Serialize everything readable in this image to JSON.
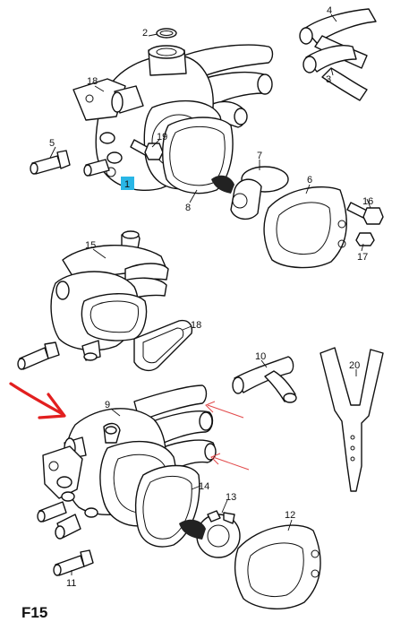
{
  "figure_label": "F15",
  "callouts": {
    "c1": "1",
    "c2": "2",
    "c3": "3",
    "c4": "4",
    "c5": "5",
    "c6": "6",
    "c7": "7",
    "c8": "8",
    "c9": "9",
    "c10": "10",
    "c11": "11",
    "c12": "12",
    "c13": "13",
    "c14": "14",
    "c15": "15",
    "c16": "16",
    "c17": "17",
    "c18": "18",
    "c18b": "18",
    "c19": "19",
    "c20": "20"
  },
  "colors": {
    "line": "#111111",
    "highlight_badge": "#29b6e6",
    "annotation_arrow": "#e21f1f"
  }
}
